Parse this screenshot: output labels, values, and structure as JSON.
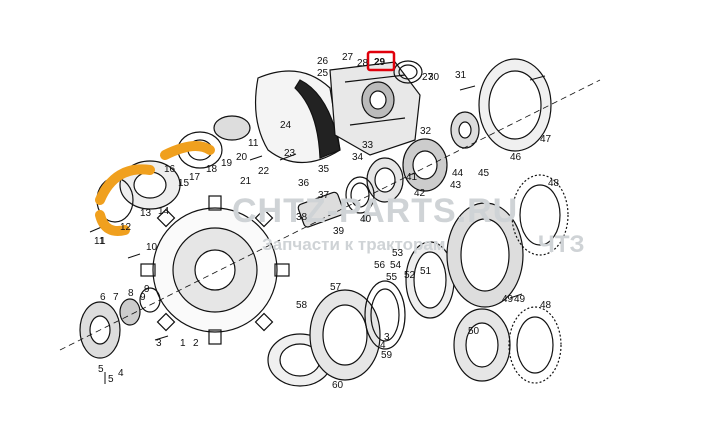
{
  "watermark": {
    "site": "CHTZ-PARTS.RU",
    "tagline": "Запчасти к тракторам",
    "brand": "ЧТЗ"
  },
  "highlight": {
    "part_number": "29",
    "color": "#e0000b"
  },
  "logo_color": "#f0a01e",
  "part_labels": [
    "1",
    "2",
    "3",
    "4",
    "5",
    "6",
    "7",
    "8",
    "9",
    "10",
    "11",
    "12",
    "13",
    "14",
    "15",
    "16",
    "17",
    "18",
    "19",
    "20",
    "21",
    "22",
    "23",
    "24",
    "25",
    "26",
    "27",
    "28",
    "30",
    "31",
    "32",
    "33",
    "34",
    "35",
    "36",
    "37",
    "38",
    "39",
    "40",
    "41",
    "42",
    "43",
    "44",
    "45",
    "46",
    "47",
    "48",
    "49",
    "50",
    "51",
    "52",
    "53",
    "54",
    "55",
    "56",
    "57",
    "58",
    "59",
    "60"
  ]
}
